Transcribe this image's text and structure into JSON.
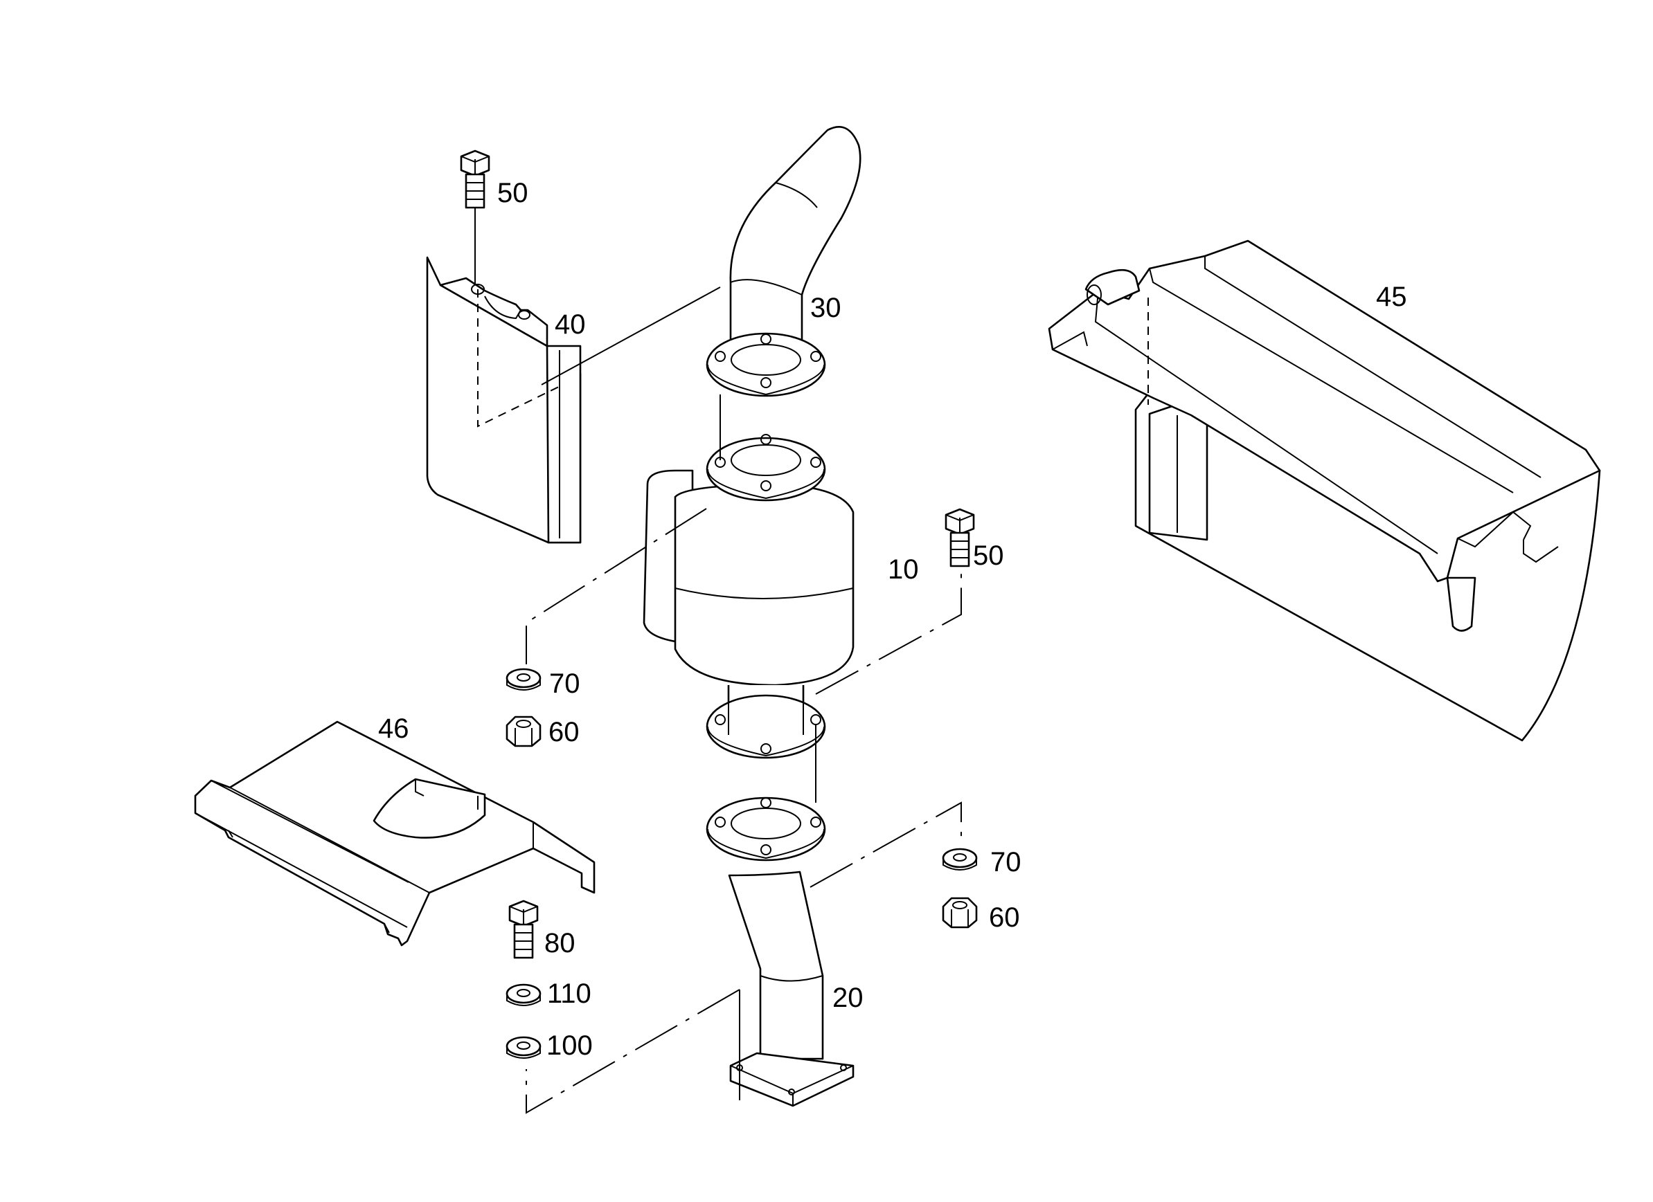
{
  "diagram": {
    "type": "exploded parts diagram",
    "callouts": [
      {
        "id": "c50a",
        "text": "50"
      },
      {
        "id": "c40",
        "text": "40"
      },
      {
        "id": "c30",
        "text": "30"
      },
      {
        "id": "c45",
        "text": "45"
      },
      {
        "id": "c10",
        "text": "10"
      },
      {
        "id": "c50b",
        "text": "50"
      },
      {
        "id": "c70a",
        "text": "70"
      },
      {
        "id": "c60a",
        "text": "60"
      },
      {
        "id": "c46",
        "text": "46"
      },
      {
        "id": "c70b",
        "text": "70"
      },
      {
        "id": "c60b",
        "text": "60"
      },
      {
        "id": "c80",
        "text": "80"
      },
      {
        "id": "c110",
        "text": "110"
      },
      {
        "id": "c20",
        "text": "20"
      },
      {
        "id": "c100",
        "text": "100"
      }
    ]
  }
}
